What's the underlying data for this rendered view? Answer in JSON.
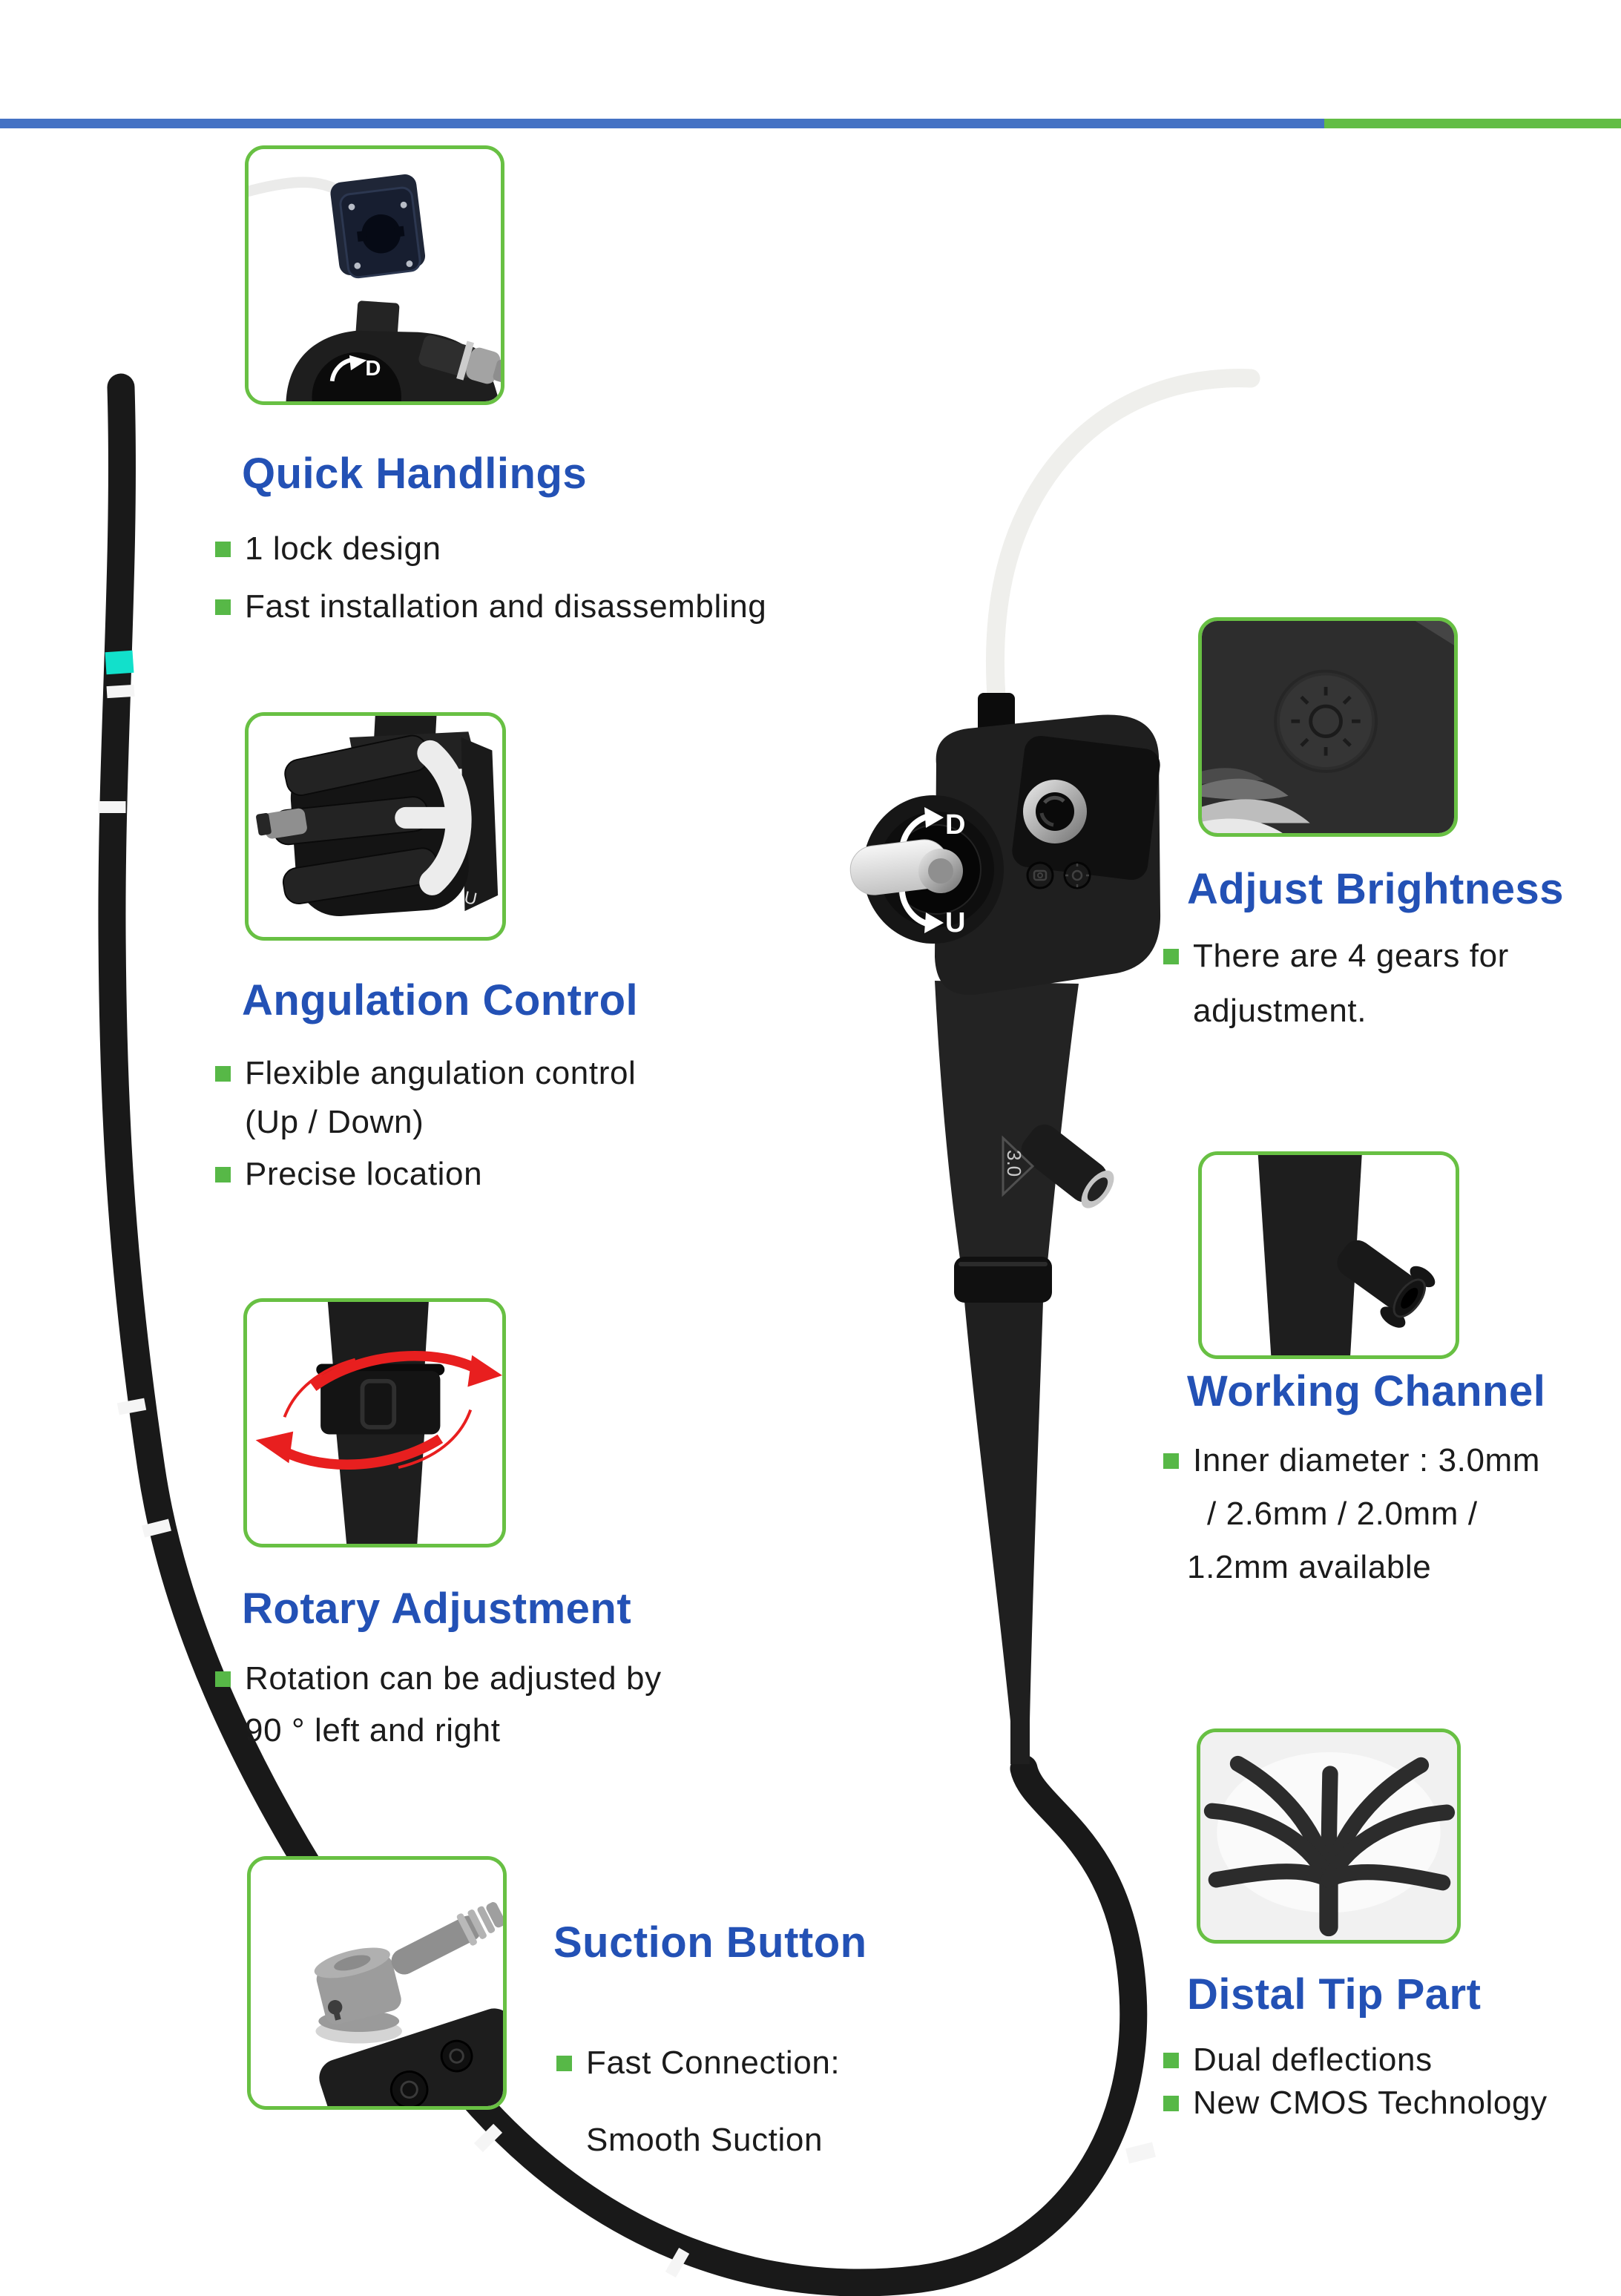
{
  "top_bar": {
    "blue_color": "#4472c4",
    "green_color": "#62bd45"
  },
  "accent": {
    "title_blue": "#2351b5",
    "bullet_green": "#57b847",
    "box_border_green": "#68c043",
    "band_cyan": "#12e0cb"
  },
  "sections": {
    "quick_handlings": {
      "title": "Quick Handlings",
      "lines": [
        "1 lock design",
        "Fast installation and disassembling"
      ]
    },
    "angulation_control": {
      "title": "Angulation Control",
      "lines": [
        "Flexible angulation control",
        "(Up / Down)",
        "Precise location"
      ]
    },
    "rotary_adjustment": {
      "title": "Rotary Adjustment",
      "lines": [
        "Rotation can be adjusted by",
        "90 ° left and right"
      ]
    },
    "suction_button": {
      "title": "Suction Button",
      "lines": [
        "Fast Connection:",
        "Smooth Suction"
      ]
    },
    "adjust_brightness": {
      "title": "Adjust Brightness",
      "lines": [
        "There are 4 gears for",
        "adjustment."
      ]
    },
    "working_channel": {
      "title": "Working Channel",
      "lines": [
        "Inner diameter : 3.0mm",
        "/ 2.6mm / 2.0mm /",
        "1.2mm available"
      ]
    },
    "distal_tip": {
      "title": "Distal Tip Part",
      "lines": [
        "Dual deflections",
        "New CMOS Technology"
      ]
    }
  },
  "device": {
    "down_label": "D",
    "up_label": "U",
    "channel_diameter_label": "3.0",
    "quick_box_dial_label": "D",
    "angulation_box_label": "U"
  }
}
